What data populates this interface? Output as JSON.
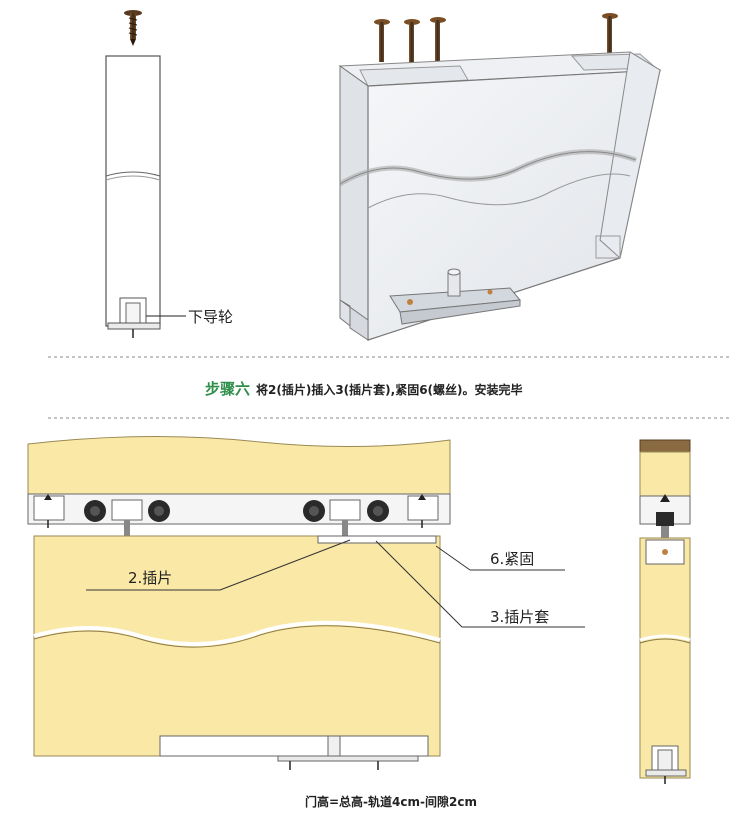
{
  "labels": {
    "lower_guide_wheel": "下导轮",
    "step_title": "步骤六",
    "step_text": "将2(插片)插入3(插片套),紧固6(螺丝)。安装完毕",
    "insert_piece": "2.插片",
    "tighten": "6.紧固",
    "insert_sleeve": "3.插片套",
    "formula": "门高=总高-轨道4cm-间隙2cm"
  },
  "colors": {
    "door_fill": "#f9e8a6",
    "door_stroke": "#9a8a55",
    "step_title": "#2f8f4a",
    "screw": "#6b4a2a",
    "wheel": "#2a2a2a"
  }
}
